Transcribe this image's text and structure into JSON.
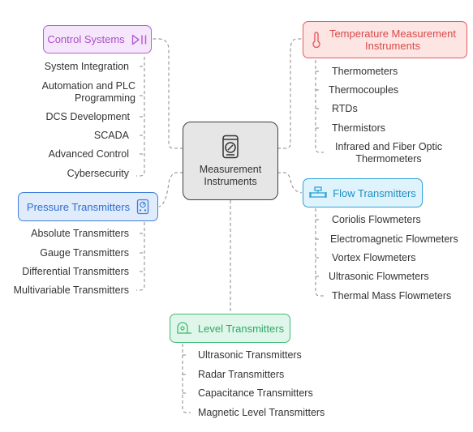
{
  "center": {
    "label": "Measurement Instruments",
    "icon": "gauge-icon"
  },
  "colors": {
    "center_fill": "#e6e6e6",
    "center_border": "#404040",
    "control": "#b45fd3",
    "control_fill": "#f6e6fb",
    "temperature": "#e25d5d",
    "temperature_fill": "#fde5e3",
    "flow": "#2ba3d8",
    "flow_fill": "#def3fb",
    "pressure": "#3f7fd9",
    "pressure_fill": "#e0ebfb",
    "level": "#3fba76",
    "level_fill": "#e0f6ea",
    "connector": "#8a8a8a"
  },
  "branches": {
    "control": {
      "title": "Control Systems",
      "icon": "play-pause-icon",
      "items": [
        "System Integration",
        "Automation and PLC Programming",
        "DCS Development",
        "SCADA",
        "Advanced Control",
        "Cybersecurity"
      ]
    },
    "temperature": {
      "title": "Temperature Measurement Instruments",
      "icon": "thermometer-icon",
      "items": [
        "Thermometers",
        "Thermocouples",
        "RTDs",
        "Thermistors",
        "Infrared and Fiber Optic Thermometers"
      ]
    },
    "flow": {
      "title": "Flow Transmitters",
      "icon": "flow-valve-icon",
      "items": [
        "Coriolis Flowmeters",
        "Electromagnetic Flowmeters",
        "Vortex Flowmeters",
        "Ultrasonic Flowmeters",
        "Thermal Mass Flowmeters"
      ]
    },
    "pressure": {
      "title": "Pressure Transmitters",
      "icon": "pressure-gauge-icon",
      "items": [
        "Absolute Transmitters",
        "Gauge Transmitters",
        "Differential Transmitters",
        "Multivariable Transmitters"
      ]
    },
    "level": {
      "title": "Level Transmitters",
      "icon": "tape-measure-icon",
      "items": [
        "Ultrasonic Transmitters",
        "Radar Transmitters",
        "Capacitance Transmitters",
        "Magnetic Level Transmitters"
      ]
    }
  }
}
